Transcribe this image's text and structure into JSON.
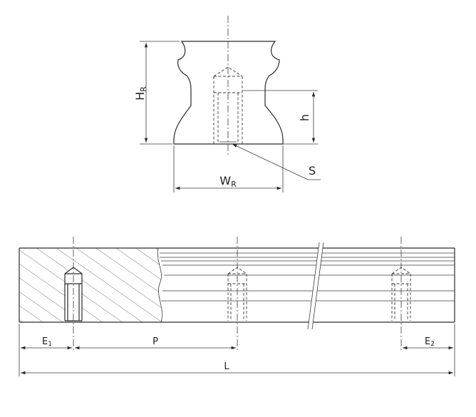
{
  "labels": {
    "hr_main": "H",
    "hr_sub": "R",
    "h": "h",
    "s": "S",
    "wr_main": "W",
    "wr_sub": "R",
    "e1_main": "E",
    "e1_sub": "1",
    "p": "P",
    "e2_main": "E",
    "e2_sub": "2",
    "l": "L"
  },
  "colors": {
    "line": "#2a2a2a",
    "background": "#ffffff"
  }
}
